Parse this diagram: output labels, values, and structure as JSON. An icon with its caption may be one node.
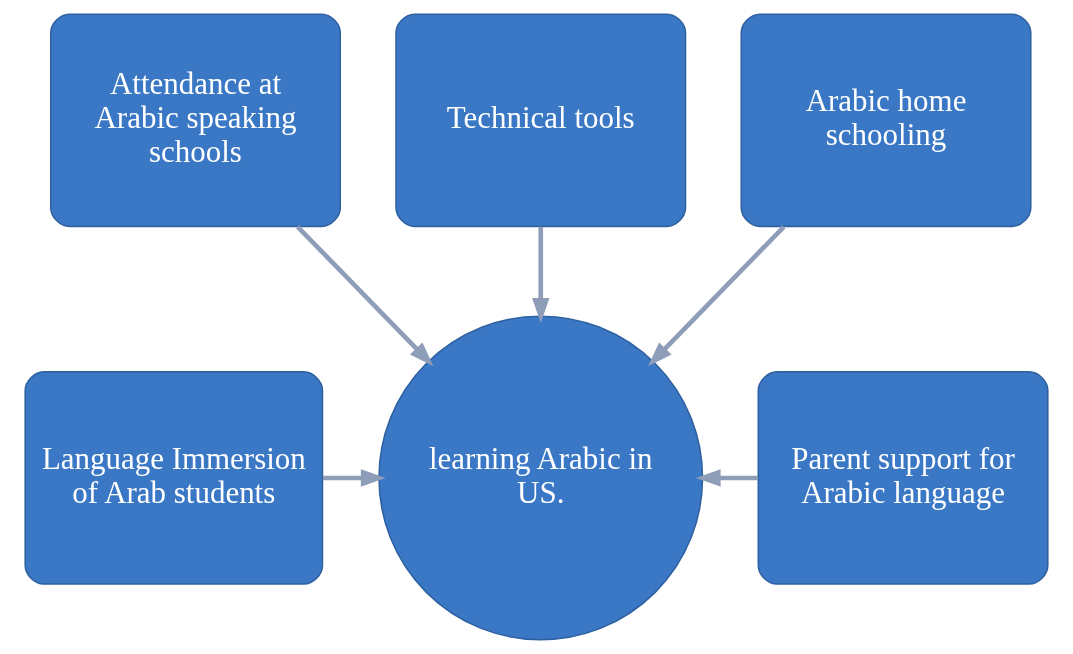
{
  "diagram": {
    "nodes": [
      {
        "text": [
          "Attendance at Arabic speaking schools"
        ]
      },
      {
        "text": [
          "Technical tools"
        ]
      },
      {
        "text": [
          "Arabic home schooling"
        ]
      },
      {
        "text": [
          "Language Immersion of Arab students"
        ]
      },
      {
        "text": [
          "learning Arabic in US."
        ]
      },
      {
        "text": [
          "Parent support for Arabic language"
        ]
      }
    ],
    "edges": [
      {
        "from": 0,
        "to": 4,
        "arrow": "to"
      },
      {
        "from": 1,
        "to": 4,
        "arrow": "to"
      },
      {
        "from": 2,
        "to": 4,
        "arrow": "to"
      },
      {
        "from": 3,
        "to": 4,
        "arrow": "to"
      },
      {
        "from": 5,
        "to": 4,
        "arrow": "to"
      }
    ]
  }
}
